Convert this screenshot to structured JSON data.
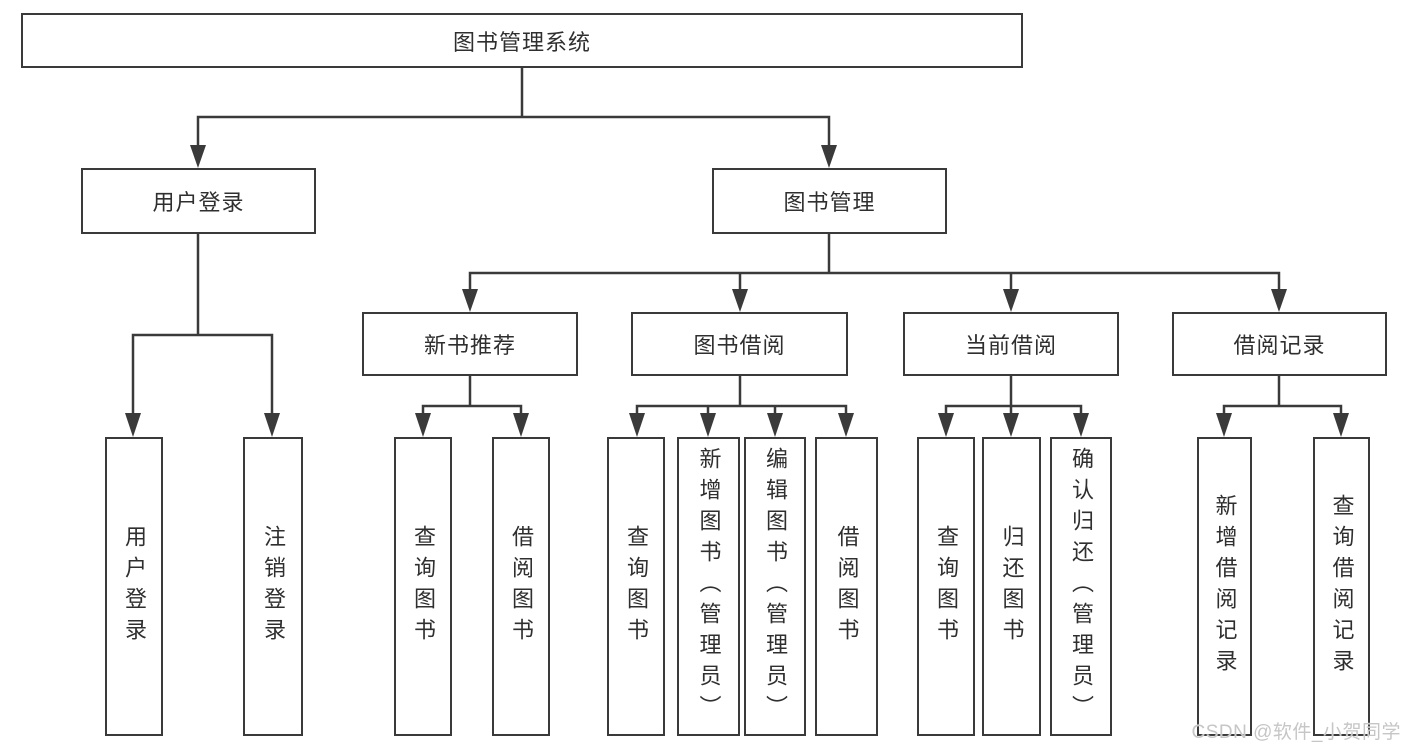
{
  "root": {
    "label": "图书管理系统"
  },
  "level2": [
    {
      "id": "user-login",
      "label": "用户登录",
      "parent": "图书管理系统"
    },
    {
      "id": "book-management",
      "label": "图书管理",
      "parent": "图书管理系统"
    }
  ],
  "level3": [
    {
      "id": "new-book-recommend",
      "label": "新书推荐",
      "parent": "图书管理"
    },
    {
      "id": "book-borrow",
      "label": "图书借阅",
      "parent": "图书管理"
    },
    {
      "id": "current-borrow",
      "label": "当前借阅",
      "parent": "图书管理"
    },
    {
      "id": "borrow-records",
      "label": "借阅记录",
      "parent": "图书管理"
    }
  ],
  "leaves": [
    {
      "id": "leaf-user-login",
      "label": "用户登录",
      "parent": "用户登录"
    },
    {
      "id": "leaf-logout",
      "label": "注销登录",
      "parent": "用户登录"
    },
    {
      "id": "leaf-query-book-recommend",
      "label": "查询图书",
      "parent": "新书推荐"
    },
    {
      "id": "leaf-borrow-book-recommend",
      "label": "借阅图书",
      "parent": "新书推荐"
    },
    {
      "id": "leaf-query-book-borrow",
      "label": "查询图书",
      "parent": "图书借阅"
    },
    {
      "id": "leaf-add-book-admin",
      "label": "新增图书（管理员）",
      "parent": "图书借阅"
    },
    {
      "id": "leaf-edit-book-admin",
      "label": "编辑图书（管理员）",
      "parent": "图书借阅"
    },
    {
      "id": "leaf-borrow-book",
      "label": "借阅图书",
      "parent": "图书借阅"
    },
    {
      "id": "leaf-query-book-current",
      "label": "查询图书",
      "parent": "当前借阅"
    },
    {
      "id": "leaf-return-book",
      "label": "归还图书",
      "parent": "当前借阅"
    },
    {
      "id": "leaf-confirm-return-admin",
      "label": "确认归还（管理员）",
      "parent": "当前借阅"
    },
    {
      "id": "leaf-add-borrow-record",
      "label": "新增借阅记录",
      "parent": "借阅记录"
    },
    {
      "id": "leaf-query-borrow-record",
      "label": "查询借阅记录",
      "parent": "借阅记录"
    }
  ],
  "watermark": {
    "text": "CSDN @软件_小贺同学"
  },
  "colors": {
    "line": "#3a3a3a",
    "box_border": "#3a3a3a",
    "box_fill": "#ffffff",
    "text": "#2f2f2f",
    "background": "#ffffff",
    "watermark": "#c6c6c6"
  }
}
